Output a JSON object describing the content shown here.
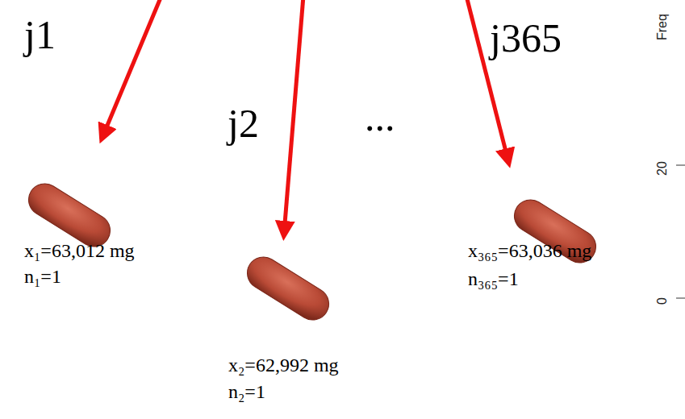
{
  "diagram": {
    "labels": [
      "j1",
      "j2",
      "...",
      "j365",
      "x₁=63,012 mg",
      "n₁=1",
      "x₂=62,992 mg",
      "n₂=1",
      "x₃₆₅=63,036 mg",
      "n₃₆₅=1",
      "Freq",
      "20",
      "0"
    ]
  }
}
